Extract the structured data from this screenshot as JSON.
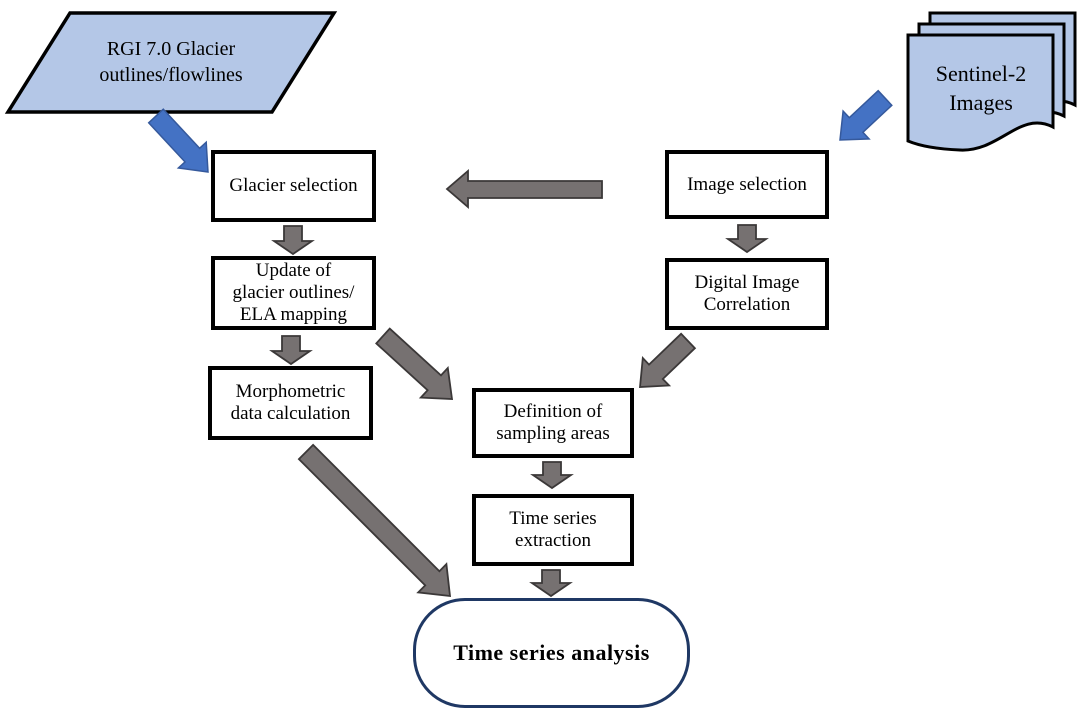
{
  "diagram": {
    "type": "flowchart",
    "colors": {
      "input_fill": "#b4c7e7",
      "input_stroke": "#000000",
      "blue_arrow_fill": "#4472c4",
      "blue_arrow_stroke": "#35599c",
      "gray_arrow_fill": "#767171",
      "gray_arrow_stroke": "#3b3838",
      "process_border": "#000000",
      "process_fill": "#ffffff",
      "terminal_border": "#1f3864",
      "background": "#ffffff"
    },
    "nodes": {
      "rgi": {
        "shape": "parallelogram-input",
        "label": "RGI 7.0 Glacier outlines/flowlines",
        "lines": [
          "RGI 7.0 Glacier",
          "outlines/flowlines"
        ]
      },
      "sentinel": {
        "shape": "document-stack-input",
        "label": "Sentinel-2 Images",
        "lines": [
          "Sentinel-2",
          "Images"
        ]
      },
      "glacier_selection": {
        "shape": "process",
        "label": "Glacier selection"
      },
      "update_outlines": {
        "shape": "process",
        "label": "Update of glacier outlines/ ELA mapping",
        "lines": [
          "Update of",
          "glacier outlines/",
          "ELA mapping"
        ]
      },
      "morphometric": {
        "shape": "process",
        "label": "Morphometric data calculation",
        "lines": [
          "Morphometric",
          "data calculation"
        ]
      },
      "image_selection": {
        "shape": "process",
        "label": "Image selection"
      },
      "dic": {
        "shape": "process",
        "label": "Digital Image Correlation",
        "lines": [
          "Digital Image",
          "Correlation"
        ]
      },
      "sampling_areas": {
        "shape": "process",
        "label": "Definition of sampling areas",
        "lines": [
          "Definition of",
          "sampling areas"
        ]
      },
      "ts_extraction": {
        "shape": "process",
        "label": "Time series extraction",
        "lines": [
          "Time series",
          "extraction"
        ]
      },
      "ts_analysis": {
        "shape": "rounded-terminal",
        "label": "Time series analysis"
      }
    },
    "connections": [
      {
        "from": "rgi",
        "to": "glacier_selection",
        "style": "blue-block-arrow"
      },
      {
        "from": "sentinel",
        "to": "image_selection",
        "style": "blue-block-arrow"
      },
      {
        "from": "image_selection",
        "to": "glacier_selection",
        "style": "gray-block-arrow"
      },
      {
        "from": "glacier_selection",
        "to": "update_outlines",
        "style": "gray-block-arrow"
      },
      {
        "from": "update_outlines",
        "to": "morphometric",
        "style": "gray-block-arrow"
      },
      {
        "from": "update_outlines",
        "to": "sampling_areas",
        "style": "gray-block-arrow"
      },
      {
        "from": "image_selection",
        "to": "dic",
        "style": "gray-block-arrow"
      },
      {
        "from": "dic",
        "to": "sampling_areas",
        "style": "gray-block-arrow"
      },
      {
        "from": "sampling_areas",
        "to": "ts_extraction",
        "style": "gray-block-arrow"
      },
      {
        "from": "ts_extraction",
        "to": "ts_analysis",
        "style": "gray-block-arrow"
      },
      {
        "from": "morphometric",
        "to": "ts_analysis",
        "style": "gray-block-arrow"
      }
    ]
  }
}
